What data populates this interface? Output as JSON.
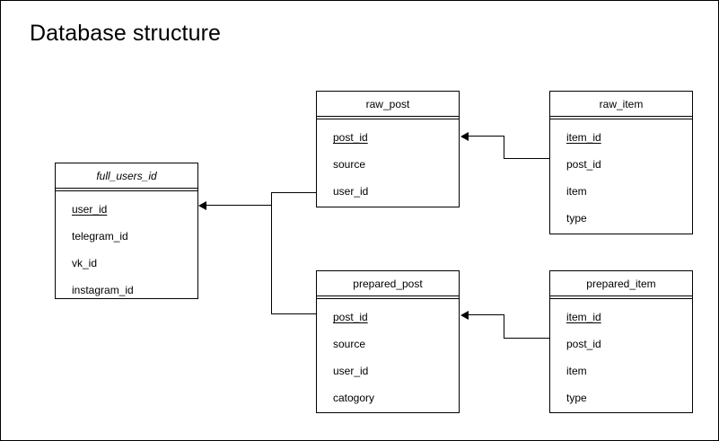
{
  "page": {
    "title": "Database structure",
    "background": "#ffffff",
    "line_color": "#000000",
    "text_color": "#000000"
  },
  "entities": [
    {
      "id": "full_users_id",
      "name": "full_users_id",
      "title_italic": true,
      "fields": [
        {
          "name": "user_id",
          "key": true
        },
        {
          "name": "telegram_id",
          "key": false
        },
        {
          "name": "vk_id",
          "key": false
        },
        {
          "name": "instagram_id",
          "key": false
        }
      ]
    },
    {
      "id": "raw_post",
      "name": "raw_post",
      "title_italic": false,
      "fields": [
        {
          "name": "post_id",
          "key": true
        },
        {
          "name": "source",
          "key": false
        },
        {
          "name": "user_id",
          "key": false
        }
      ]
    },
    {
      "id": "raw_item",
      "name": "raw_item",
      "title_italic": false,
      "fields": [
        {
          "name": "item_id",
          "key": true
        },
        {
          "name": "post_id",
          "key": false
        },
        {
          "name": "item",
          "key": false
        },
        {
          "name": "type",
          "key": false
        }
      ]
    },
    {
      "id": "prepared_post",
      "name": "prepared_post",
      "title_italic": false,
      "fields": [
        {
          "name": "post_id",
          "key": true
        },
        {
          "name": "source",
          "key": false
        },
        {
          "name": "user_id",
          "key": false
        },
        {
          "name": "catogory",
          "key": false
        }
      ]
    },
    {
      "id": "prepared_item",
      "name": "prepared_item",
      "title_italic": false,
      "fields": [
        {
          "name": "item_id",
          "key": true
        },
        {
          "name": "post_id",
          "key": false
        },
        {
          "name": "item",
          "key": false
        },
        {
          "name": "type",
          "key": false
        }
      ]
    }
  ],
  "relationships": [
    {
      "id": "raw-item-to-raw-post",
      "from": "raw_item.post_id",
      "to": "raw_post.post_id"
    },
    {
      "id": "prepared-item-to-prepared-post",
      "from": "prepared_item.post_id",
      "to": "prepared_post.post_id"
    },
    {
      "id": "posts-to-full-users",
      "from": "raw_post.user_id, prepared_post.post_id",
      "to": "full_users_id.user_id"
    }
  ]
}
